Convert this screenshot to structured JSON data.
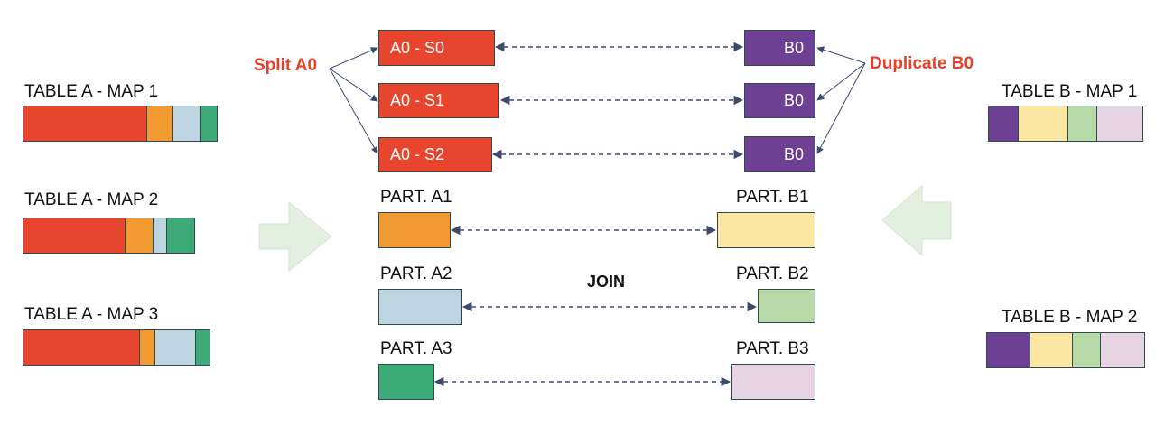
{
  "colors": {
    "red": "#e8452e",
    "orange": "#f19a32",
    "lightblue": "#bcd5e1",
    "green": "#3dab77",
    "purple": "#6e4093",
    "yellow": "#fae7a2",
    "lightgreen": "#b8d9a8",
    "pink": "#e7d4e2",
    "arrow_green": "#e3f0df",
    "accent_label": "#e5412b"
  },
  "labels": {
    "split": "Split A0",
    "duplicate": "Duplicate B0",
    "join": "JOIN"
  },
  "table_a": [
    {
      "label": "TABLE A - MAP 1",
      "segments": [
        "red",
        "orange",
        "lightblue",
        "green"
      ]
    },
    {
      "label": "TABLE A - MAP 2",
      "segments": [
        "red",
        "orange",
        "lightblue",
        "green"
      ]
    },
    {
      "label": "TABLE A - MAP 3",
      "segments": [
        "red",
        "orange",
        "lightblue",
        "green"
      ]
    }
  ],
  "table_b": [
    {
      "label": "TABLE B - MAP 1",
      "segments": [
        "purple",
        "yellow",
        "lightgreen",
        "pink"
      ]
    },
    {
      "label": "TABLE B - MAP 2",
      "segments": [
        "purple",
        "yellow",
        "lightgreen",
        "pink"
      ]
    }
  ],
  "splits": [
    {
      "left": "A0 - S0",
      "right": "B0"
    },
    {
      "left": "A0 - S1",
      "right": "B0"
    },
    {
      "left": "A0 - S2",
      "right": "B0"
    }
  ],
  "partitions": [
    {
      "left": "PART. A1",
      "right": "PART. B1"
    },
    {
      "left": "PART. A2",
      "right": "PART. B2"
    },
    {
      "left": "PART. A3",
      "right": "PART. B3"
    }
  ]
}
